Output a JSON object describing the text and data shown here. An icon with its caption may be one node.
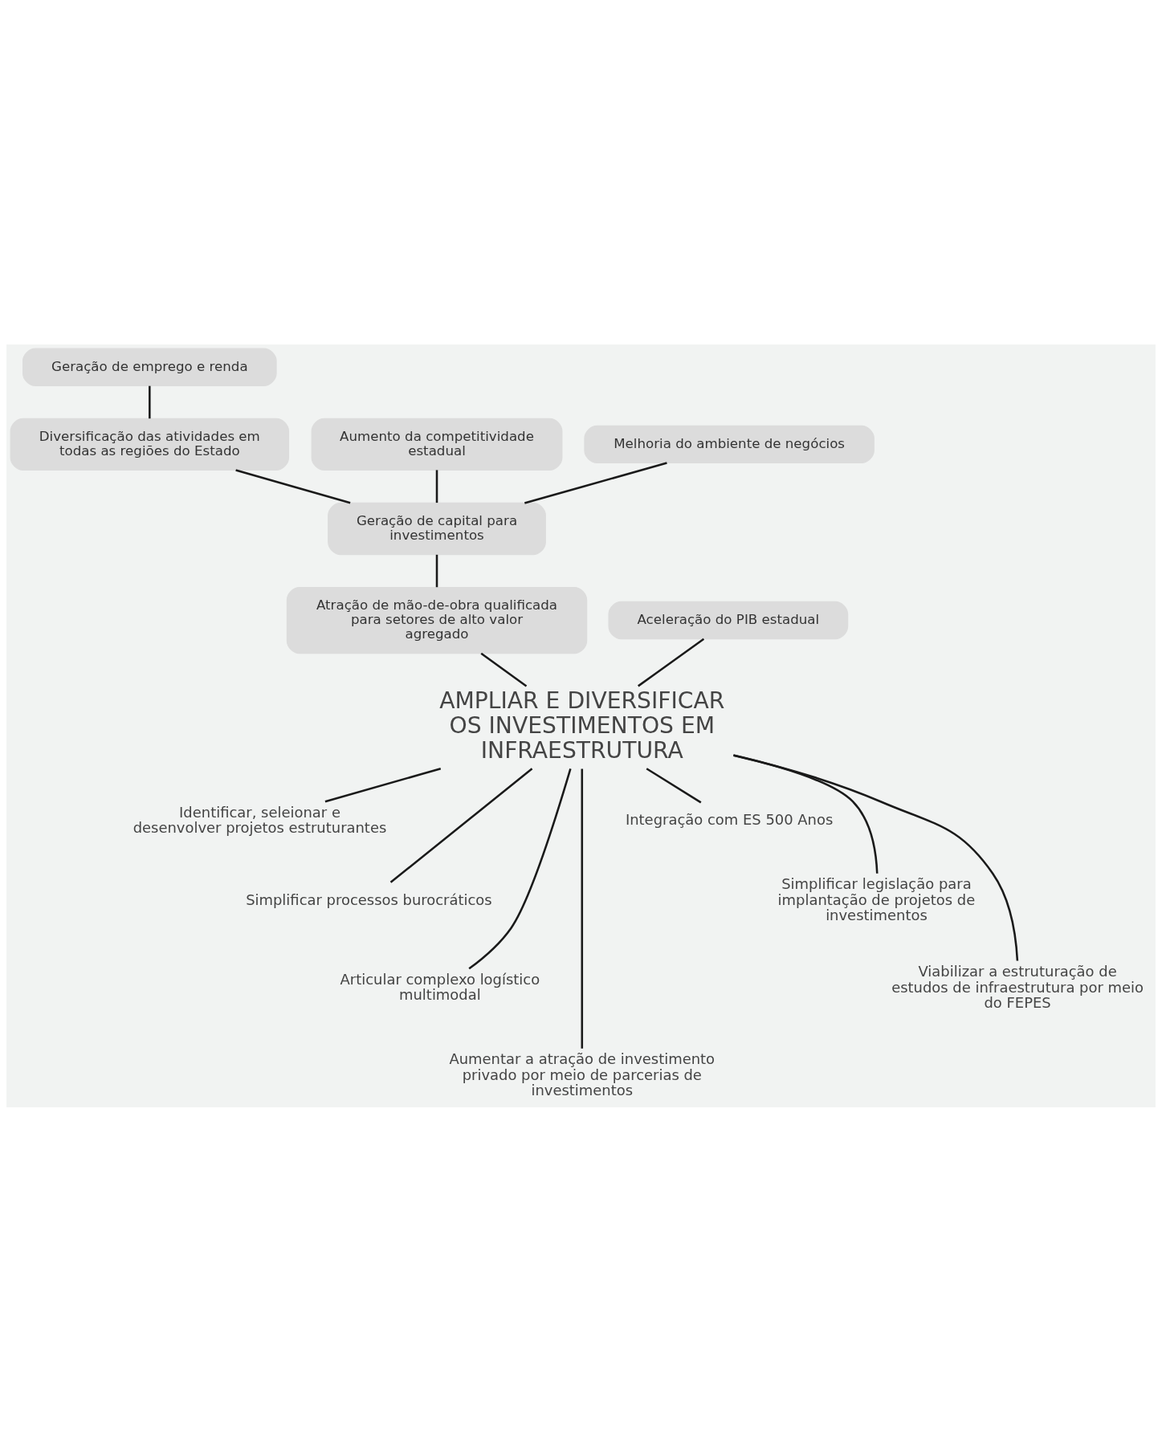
{
  "diagram": {
    "nodes": [
      {
        "text": [
          "Geração de emprego e renda"
        ]
      },
      {
        "text": [
          "Diversificação das atividades em todas as regiões do Estado"
        ]
      },
      {
        "text": [
          "Aumento da competitividade estadual"
        ]
      },
      {
        "text": [
          "Melhoria do ambiente de negócios"
        ]
      },
      {
        "text": [
          "Geração de capital para investimentos"
        ]
      },
      {
        "text": [
          "Aceleração do PIB estadual"
        ]
      },
      {
        "text": [
          "Atração de mão-de-obra qualificada para setores de alto valor agregado"
        ]
      },
      {
        "text": [
          "AMPLIAR E DIVERSIFICAR OS INVESTIMENTOS EM INFRAESTRUTURA"
        ]
      },
      {
        "text": [
          "Identificar, seleionar e desenvolver projetos estruturantes"
        ]
      },
      {
        "text": [
          "Simplificar processos burocráticos"
        ]
      },
      {
        "text": [
          "Articular complexo logístico multimodal"
        ]
      },
      {
        "text": [
          "Aumentar a atração de investimento privado por meio de parcerias de investimentos"
        ]
      },
      {
        "text": [
          "Integração com ES 500 Anos"
        ]
      },
      {
        "text": [
          "Simplificar legislação para implantação de projetos de investimentos"
        ]
      },
      {
        "text": [
          "Viabilizar a estruturação de estudos de infraestrutura por meio do FEPES"
        ]
      }
    ],
    "edges": [
      {
        "from": 0,
        "to": 1,
        "arrow": "none"
      },
      {
        "from": 1,
        "to": 4,
        "arrow": "none"
      },
      {
        "from": 2,
        "to": 4,
        "arrow": "none"
      },
      {
        "from": 3,
        "to": 4,
        "arrow": "none"
      },
      {
        "from": 4,
        "to": 6,
        "arrow": "none"
      },
      {
        "from": 5,
        "to": 7,
        "arrow": "none"
      },
      {
        "from": 6,
        "to": 7,
        "arrow": "none"
      },
      {
        "from": 7,
        "to": 8,
        "arrow": "none"
      },
      {
        "from": 7,
        "to": 9,
        "arrow": "none"
      },
      {
        "from": 7,
        "to": 10,
        "arrow": "none"
      },
      {
        "from": 7,
        "to": 11,
        "arrow": "none"
      },
      {
        "from": 7,
        "to": 12,
        "arrow": "none"
      },
      {
        "from": 7,
        "to": 13,
        "arrow": "none"
      },
      {
        "from": 7,
        "to": 14,
        "arrow": "none"
      }
    ]
  }
}
